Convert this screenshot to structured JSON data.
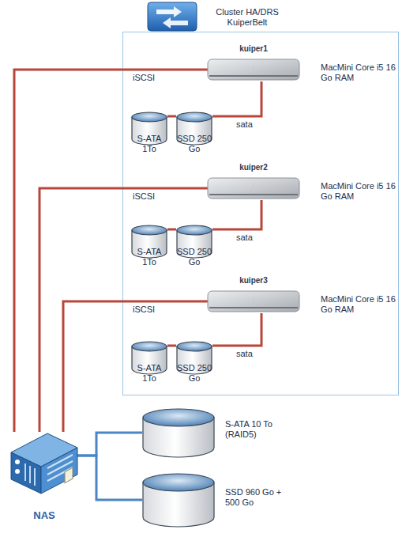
{
  "diagram": {
    "nodes": [
      {
        "text": [
          "Cluster HA/DRS KuiperBelt"
        ]
      },
      {
        "text": [
          "kuiper1",
          "MacMini Core i5 16 Go RAM"
        ],
        "in": 0
      },
      {
        "text": [
          "S-ATA 1To"
        ],
        "in": 0
      },
      {
        "text": [
          "SSD 250 Go"
        ],
        "in": 0
      },
      {
        "text": [
          "kuiper2",
          "MacMini Core i5 16 Go RAM"
        ],
        "in": 0
      },
      {
        "text": [
          "S-ATA 1To"
        ],
        "in": 0
      },
      {
        "text": [
          "SSD 250 Go"
        ],
        "in": 0
      },
      {
        "text": [
          "kuiper3",
          "MacMini Core i5 16 Go RAM"
        ],
        "in": 0
      },
      {
        "text": [
          "S-ATA 1To"
        ],
        "in": 0
      },
      {
        "text": [
          "SSD 250 Go"
        ],
        "in": 0
      },
      {
        "text": [
          "NAS"
        ]
      },
      {
        "text": [
          "S-ATA 10 To (RAID5)"
        ]
      },
      {
        "text": [
          "SSD 960 Go + 500 Go"
        ]
      }
    ],
    "edges": [
      {
        "from": 10,
        "to": 1,
        "label": "iSCSI",
        "arrow": "none"
      },
      {
        "from": 2,
        "to": 3,
        "arrow": "none"
      },
      {
        "from": 3,
        "to": 1,
        "label": "sata",
        "arrow": "none"
      },
      {
        "from": 10,
        "to": 4,
        "label": "iSCSI",
        "arrow": "none"
      },
      {
        "from": 5,
        "to": 6,
        "arrow": "none"
      },
      {
        "from": 6,
        "to": 4,
        "label": "sata",
        "arrow": "none"
      },
      {
        "from": 10,
        "to": 7,
        "label": "iSCSI",
        "arrow": "none"
      },
      {
        "from": 8,
        "to": 9,
        "arrow": "none"
      },
      {
        "from": 9,
        "to": 7,
        "label": "sata",
        "arrow": "none"
      },
      {
        "from": 10,
        "to": 11,
        "arrow": "none"
      },
      {
        "from": 10,
        "to": 12,
        "arrow": "none"
      }
    ]
  }
}
